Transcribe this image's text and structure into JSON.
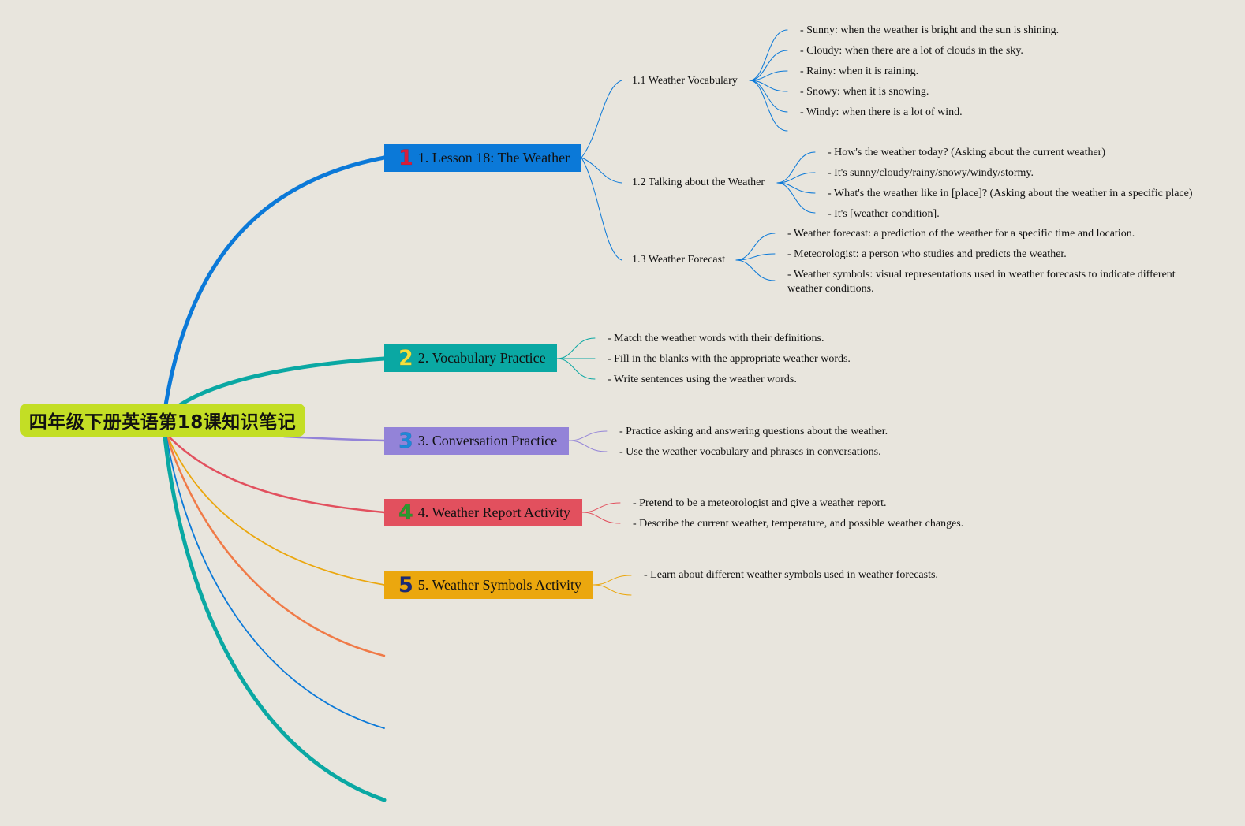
{
  "root": {
    "title": "四年级下册英语第18课知识笔记"
  },
  "branches": [
    {
      "number": "1",
      "label": "1. Lesson 18: The Weather",
      "color": "#0b79d8",
      "number_color": "#d61e3b",
      "subtopics": [
        {
          "label": "1.1 Weather Vocabulary",
          "items": [
            "- Sunny: when the weather is bright and the sun is shining.",
            "- Cloudy: when there are a lot of clouds in the sky.",
            "- Rainy: when it is raining.",
            "- Snowy: when it is snowing.",
            "- Windy: when there is a lot of wind."
          ]
        },
        {
          "label": "1.2 Talking about the Weather",
          "items": [
            "- How's the weather today? (Asking about the current weather)",
            "- It's sunny/cloudy/rainy/snowy/windy/stormy.",
            "- What's the weather like in [place]? (Asking about the weather in a specific place)",
            "- It's [weather condition]."
          ]
        },
        {
          "label": "1.3 Weather Forecast",
          "items": [
            "- Weather forecast: a prediction of the weather for a specific time and location.",
            "- Meteorologist: a person who studies and predicts the weather.",
            "- Weather symbols: visual representations used in weather forecasts to indicate different weather conditions."
          ]
        }
      ]
    },
    {
      "number": "2",
      "label": "2. Vocabulary Practice",
      "color": "#0aa8a3",
      "number_color": "#f5df3c",
      "items": [
        "- Match the weather words with their definitions.",
        "- Fill in the blanks with the appropriate weather words.",
        "- Write sentences using the weather words."
      ]
    },
    {
      "number": "3",
      "label": "3. Conversation Practice",
      "color": "#9383d8",
      "number_color": "#1e88d8",
      "items": [
        "- Practice asking and answering questions about the weather.",
        "- Use the weather vocabulary and phrases in conversations."
      ]
    },
    {
      "number": "4",
      "label": "4. Weather Report Activity",
      "color": "#e2505e",
      "number_color": "#2a9a2f",
      "items": [
        "- Pretend to be a meteorologist and give a weather report.",
        "- Describe the current weather, temperature, and possible weather changes."
      ]
    },
    {
      "number": "5",
      "label": "5. Weather Symbols Activity",
      "color": "#eba70e",
      "number_color": "#1b2a78",
      "items": [
        "- Learn about different weather symbols used in weather forecasts."
      ]
    }
  ],
  "extra_link_colors": [
    "#f07a47",
    "#0b79d8",
    "#0aa8a3"
  ]
}
